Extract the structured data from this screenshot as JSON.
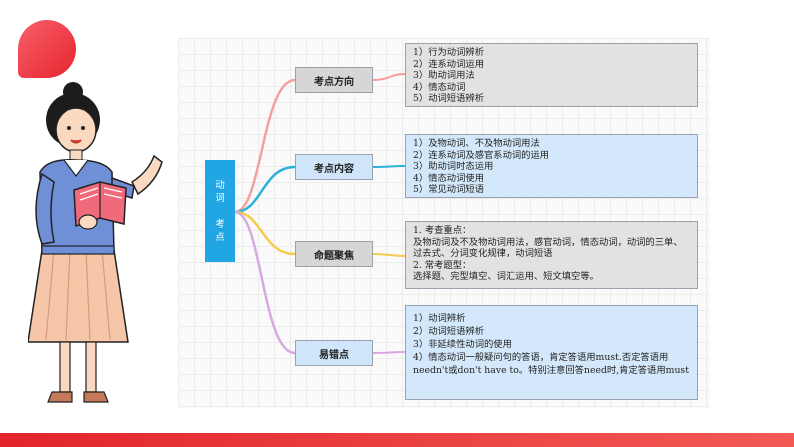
{
  "root": {
    "lines": [
      "动",
      "词",
      "",
      "考",
      "点"
    ]
  },
  "branches": [
    {
      "label": "考点方向",
      "items": [
        "1）行为动词辨析",
        "2）连系动词运用",
        "3）助动词用法",
        "4）情态动词",
        "5）动词短语辨析"
      ]
    },
    {
      "label": "考点内容",
      "items": [
        "1）及物动词、不及物动词用法",
        "2）连系动词及感官系动词的运用",
        "3）助动词时态运用",
        "4）情态动词使用",
        "5）常见动词短语"
      ]
    },
    {
      "label": "命题聚焦",
      "items": [
        "1. 考查重点：",
        "及物动词及不及物动词用法，感官动词，情态动词，动词的三单、过去式、分词变化规律，动词短语",
        "2. 常考题型：",
        "选择题、完型填空、词汇运用、短文填空等。"
      ]
    },
    {
      "label": "易错点",
      "items": [
        "1）动词辨析",
        "2）动词短语辨析",
        "3）非延续性动词的使用",
        "4）情态动词一般疑问句的答语，肯定答语用must.否定答语用needn't或don't have to。特别注意回答need时,肯定答语用must"
      ]
    }
  ],
  "colors": {
    "branch1": "#f4a0a0",
    "branch2": "#2ab3d8",
    "branch3": "#f5cc4a",
    "branch4": "#d9a8e3",
    "root": "#22a6e3"
  }
}
